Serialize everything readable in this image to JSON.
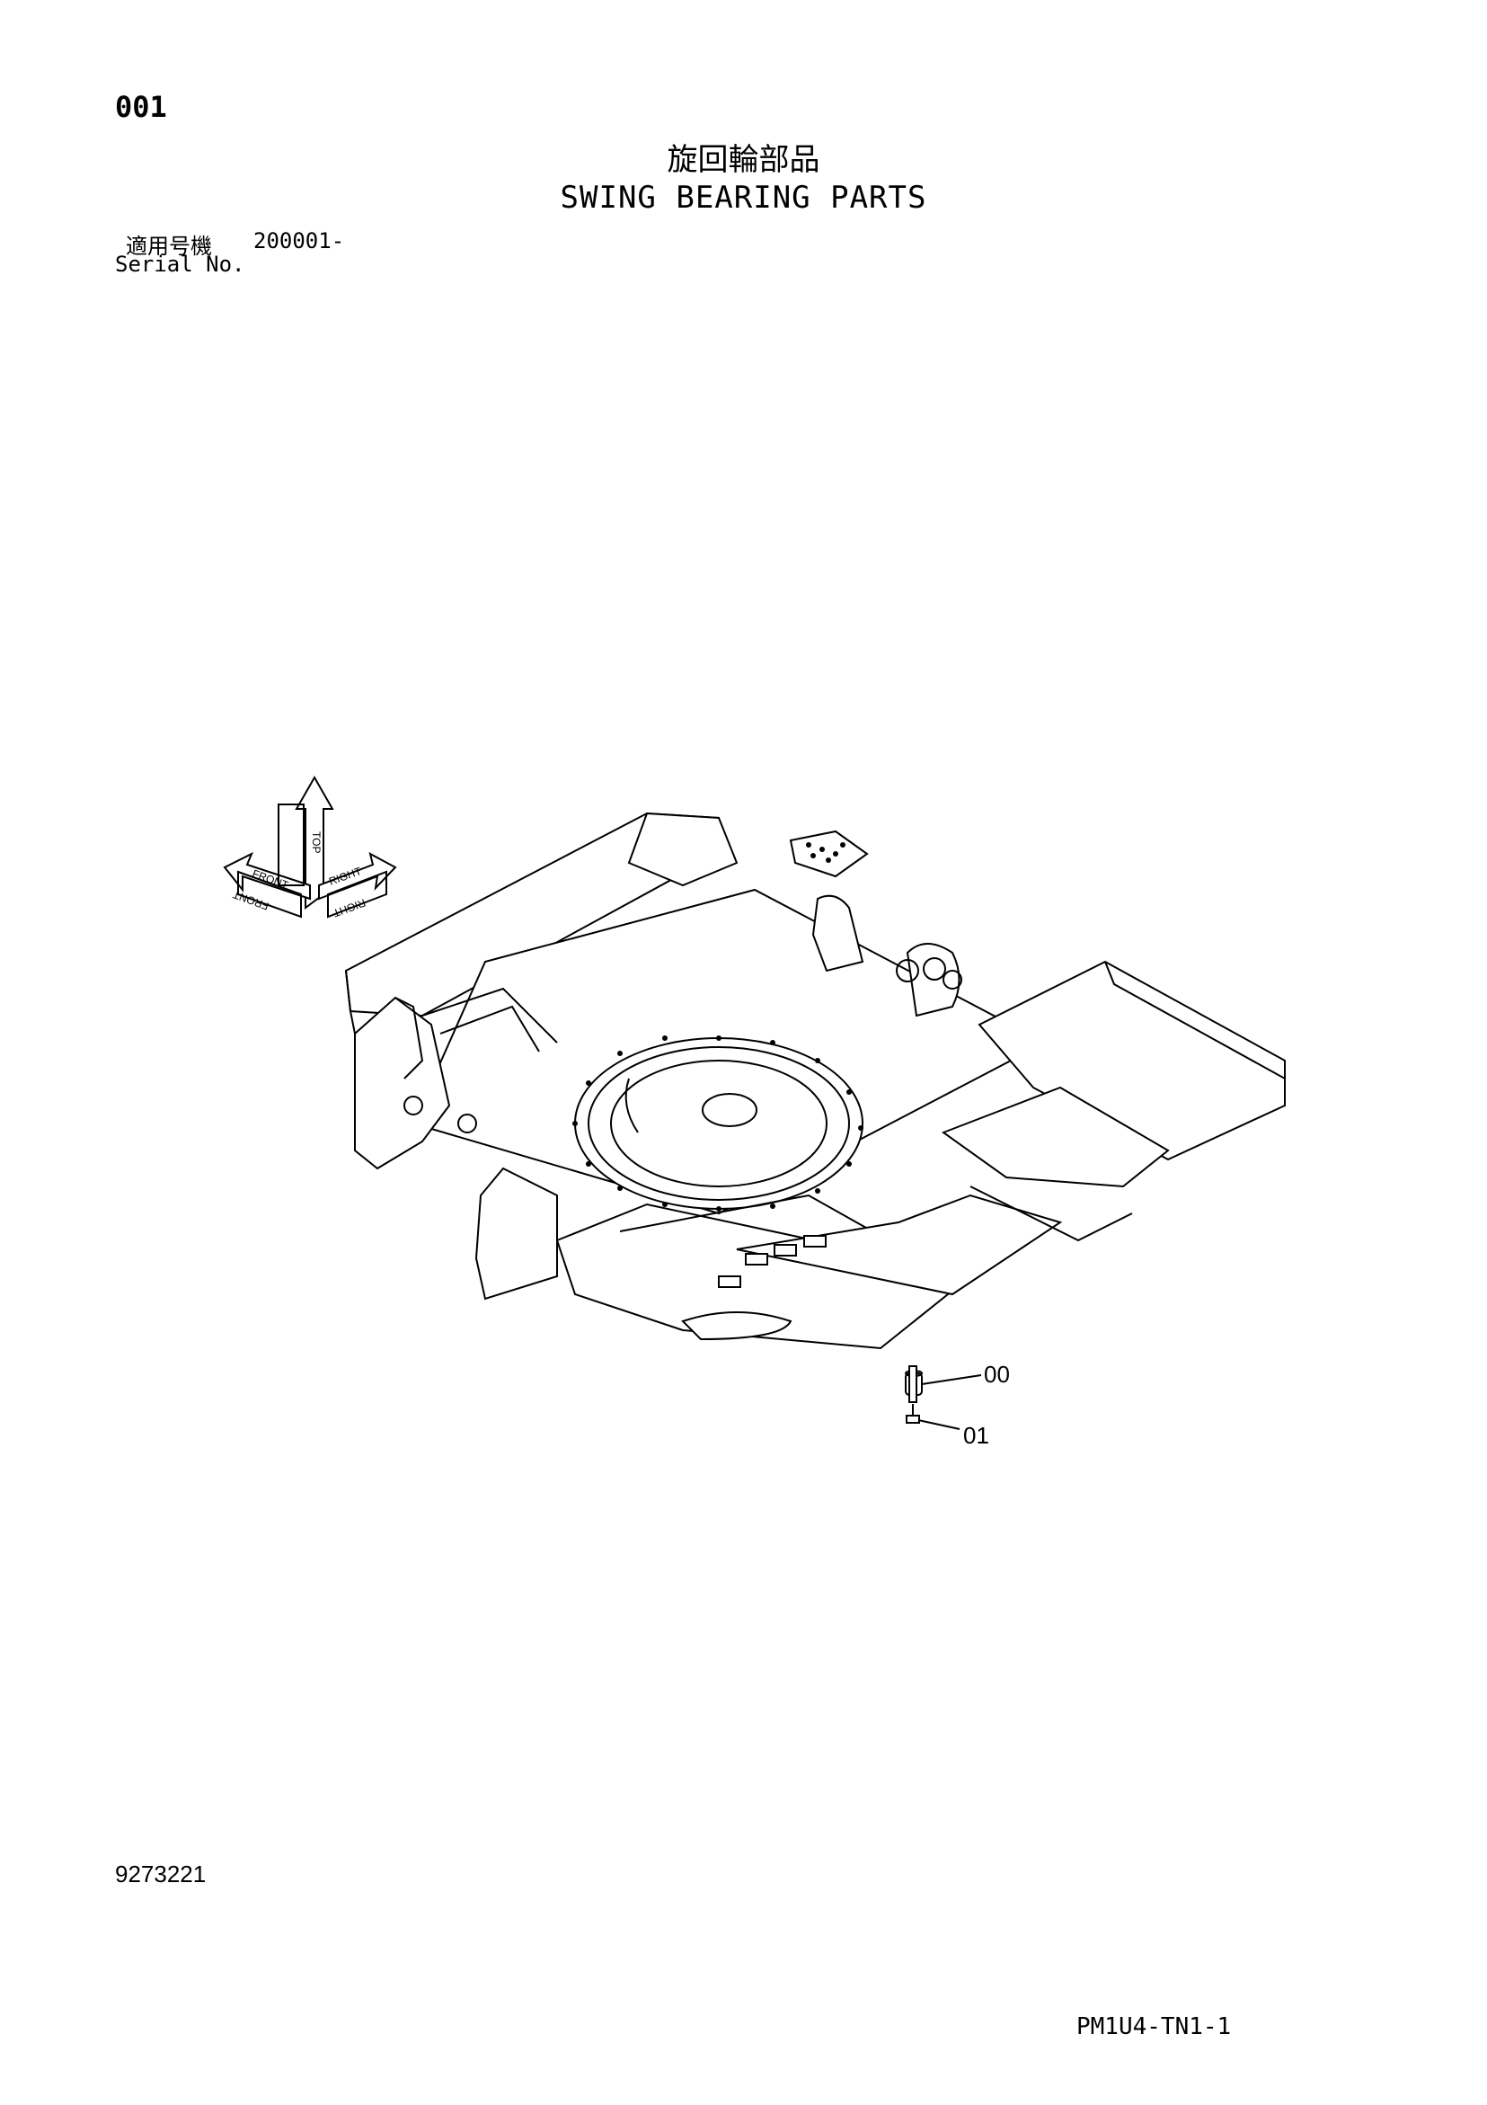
{
  "page": {
    "number": "001",
    "title_jp": "旋回輪部品",
    "title_en": "SWING BEARING PARTS",
    "serial_label_jp": "適用号機",
    "serial_range": "200001-",
    "serial_label_en": "Serial No.",
    "drawing_number": "9273221",
    "document_code": "PM1U4-TN1-1"
  },
  "direction_indicator": {
    "labels": [
      "TOP",
      "FRONT",
      "RIGHT",
      "FRONT",
      "RIGHT"
    ]
  },
  "callouts": [
    {
      "id": "00"
    },
    {
      "id": "01"
    }
  ]
}
